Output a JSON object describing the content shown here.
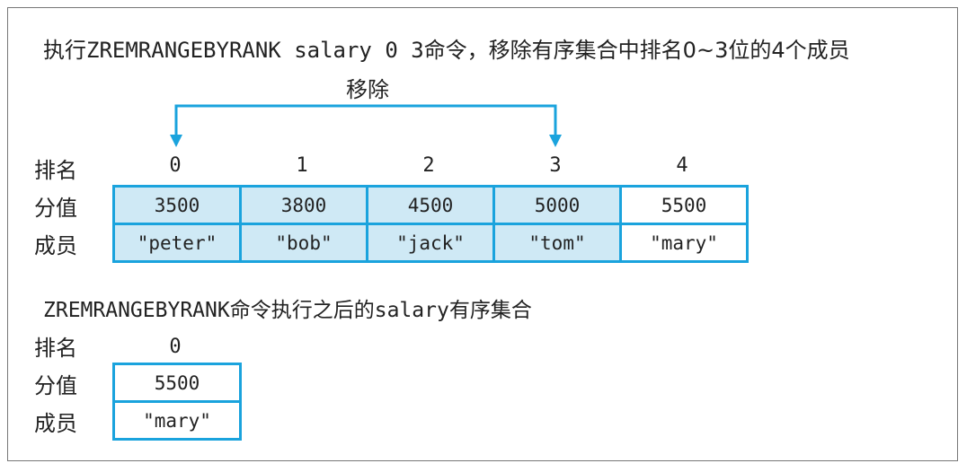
{
  "title": {
    "part1": "执行",
    "command": "ZREMRANGEBYRANK salary 0 3",
    "part2": "命令，移除有序集合中排名0~3位的4个成员"
  },
  "remove_label": "移除",
  "labels": {
    "rank": "排名",
    "score": "分值",
    "member": "成员"
  },
  "before": {
    "ranks": [
      "0",
      "1",
      "2",
      "3",
      "4"
    ],
    "scores": [
      "3500",
      "3800",
      "4500",
      "5000",
      "5500"
    ],
    "members": [
      "\"peter\"",
      "\"bob\"",
      "\"jack\"",
      "\"tom\"",
      "\"mary\""
    ],
    "removed": [
      true,
      true,
      true,
      true,
      false
    ]
  },
  "after_title": {
    "command": "ZREMRANGEBYRANK",
    "part1": "命令执行之后的",
    "key": "salary",
    "part2": "有序集合"
  },
  "after": {
    "ranks": [
      "0"
    ],
    "scores": [
      "5500"
    ],
    "members": [
      "\"mary\""
    ]
  },
  "colors": {
    "accent": "#1aa3dd",
    "removed_fill": "#cfe9f5"
  }
}
